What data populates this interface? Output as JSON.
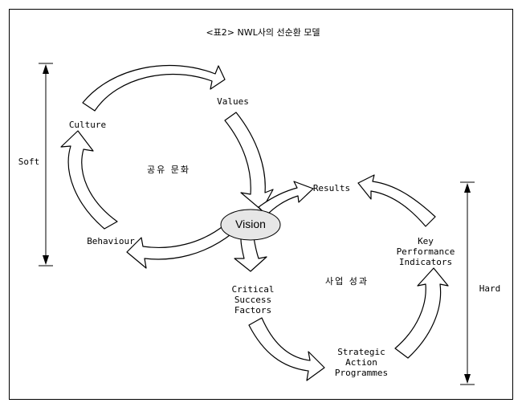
{
  "title": "<표2> NWL사의 선순환 모델",
  "center": "Vision",
  "culture_cycle": {
    "label": "공유 문화",
    "nodes": {
      "values": "Values",
      "culture": "Culture",
      "behaviour": "Behaviour"
    }
  },
  "performance_cycle": {
    "label": "사업 성과",
    "nodes": {
      "results": "Results",
      "kpi": "Key\nPerformance\nIndicators",
      "strategic": "Strategic\nAction\nProgrammes",
      "csf": "Critical\nSuccess\nFactors"
    }
  },
  "axes": {
    "soft": "Soft",
    "hard": "Hard"
  }
}
